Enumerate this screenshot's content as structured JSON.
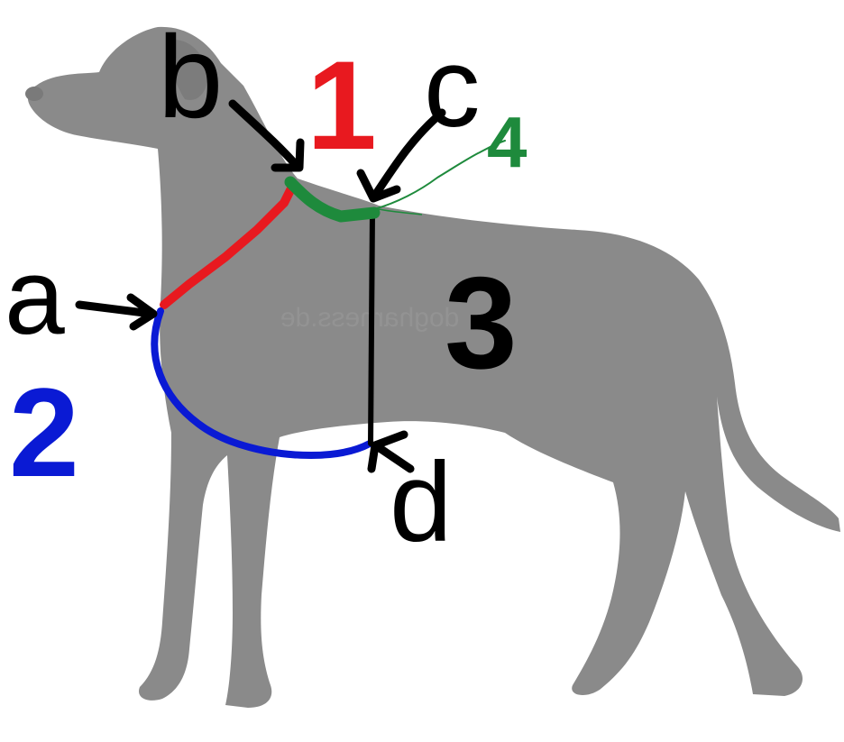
{
  "diagram": {
    "points": {
      "a": "a",
      "b": "b",
      "c": "c",
      "d": "d"
    },
    "measurements": [
      {
        "id": "1",
        "color": "#e8191f"
      },
      {
        "id": "2",
        "color": "#0a1ad4"
      },
      {
        "id": "3",
        "color": "#000000"
      },
      {
        "id": "4",
        "color": "#1e8a3c"
      }
    ],
    "watermark": "dogharness.de",
    "colors": {
      "dog": "#8a8a8a",
      "background": "#ffffff",
      "arrow": "#000000"
    }
  }
}
